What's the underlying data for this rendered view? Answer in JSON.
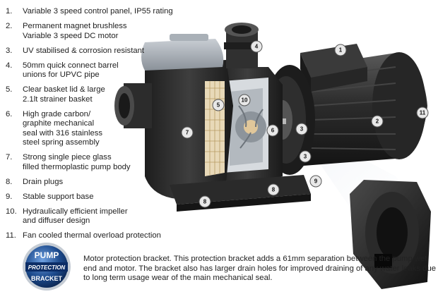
{
  "features": [
    {
      "num": "1.",
      "text": "Variable 3 speed control panel, IP55 rating"
    },
    {
      "num": "2.",
      "text": "Permanent magnet brushless\nVariable 3 speed DC motor"
    },
    {
      "num": "3.",
      "text": "UV stabilised & corrosion resistant"
    },
    {
      "num": "4.",
      "text": "50mm quick connect barrel\nunions for UPVC pipe"
    },
    {
      "num": "5.",
      "text": "Clear basket lid & large\n2.1lt strainer basket"
    },
    {
      "num": "6.",
      "text": "High grade carbon/\ngraphite mechanical\nseal with 316 stainless\nsteel spring assembly"
    },
    {
      "num": "7.",
      "text": "Strong single piece glass\nfilled thermoplastic pump body"
    },
    {
      "num": "8.",
      "text": "Drain plugs"
    },
    {
      "num": "9.",
      "text": "Stable support base"
    },
    {
      "num": "10.",
      "text": "Hydraulically efficient impeller\nand diffuser design"
    },
    {
      "num": "11.",
      "text": "Fan cooled thermal overload protection"
    }
  ],
  "callouts": [
    "1",
    "2",
    "3",
    "3",
    "4",
    "5",
    "6",
    "7",
    "8",
    "8",
    "9",
    "10",
    "11"
  ],
  "badge": {
    "line1": "PUMP",
    "line2": "PROTECTION",
    "line3": "BRACKET"
  },
  "note": "Motor protection bracket. This protection bracket adds a 61mm separation between the pump wet end and motor. The bracket also has larger drain holes for improved draining of any water leaks due to long term usage wear of the main mechanical seal.",
  "colors": {
    "body": "#2b2b2b",
    "highlight": "#9aa7b3",
    "badge_blue": "#1c4a8c",
    "callout_fill": "#e8e8e8"
  }
}
